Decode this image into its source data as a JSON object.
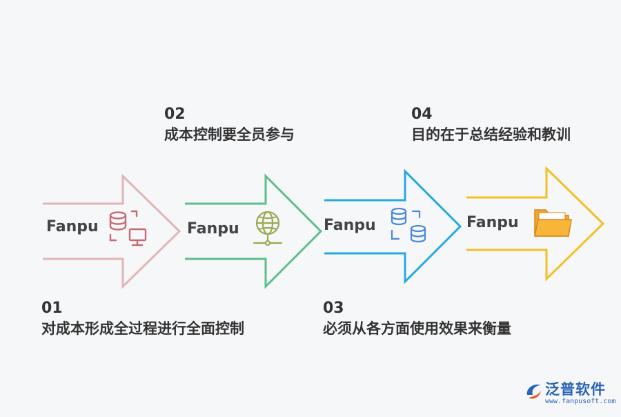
{
  "steps": [
    {
      "num": "01",
      "text": "对成本形成全过程进行全面控制",
      "label": "Fanpu",
      "color": "#e1b5b5",
      "icon": "database-computer-icon"
    },
    {
      "num": "02",
      "text": "成本控制要全员参与",
      "label": "Fanpu",
      "color": "#5bbf8c",
      "icon": "globe-network-icon"
    },
    {
      "num": "03",
      "text": "必须从各方面使用效果来衡量",
      "label": "Fanpu",
      "color": "#28a8e3",
      "icon": "database-sync-icon"
    },
    {
      "num": "04",
      "text": "目的在于总结经验和教训",
      "label": "Fanpu",
      "color": "#f3bf22",
      "icon": "folder-icon"
    }
  ],
  "brand": {
    "name": "泛普软件",
    "url": "www.fanpusoft.com"
  }
}
